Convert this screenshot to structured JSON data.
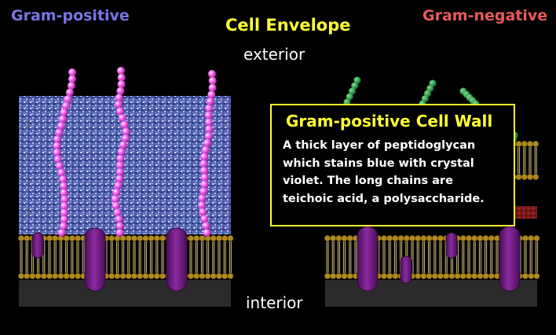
{
  "header": {
    "gram_positive_label": "Gram-positive",
    "gram_negative_label": "Gram-negative",
    "title": "Cell Envelope"
  },
  "orientation": {
    "top_label": "exterior",
    "bottom_label": "interior"
  },
  "info_box": {
    "title": "Gram-positive Cell Wall",
    "text": "A thick layer of peptidoglycan which stains blue with crystal violet. The long chains are teichoic acid, a polysaccharide."
  },
  "colors": {
    "background": "#000000",
    "gram_positive_label": "#7a76e6",
    "gram_negative_label": "#e85a5a",
    "title_yellow": "#ffff33",
    "peptidoglycan_blue": "#4a5aa8",
    "teichoic_acid_pink": "#e33ce3",
    "lps_green": "#1e9b3a",
    "membrane_protein_purple": "#6a1a7c",
    "lipid_head_gold": "#b08a1e",
    "cytoplasm_gray": "#2a2a2a"
  }
}
